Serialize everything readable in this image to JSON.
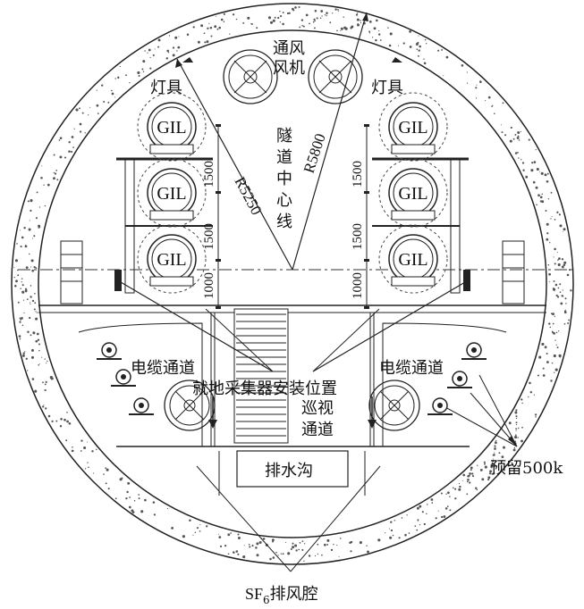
{
  "labels": {
    "fan": [
      "通风",
      "风机"
    ],
    "lamp_left": "灯具",
    "lamp_right": "灯具",
    "radius_inner": "R5250",
    "radius_outer": "R5800",
    "centerline": [
      "隧",
      "道",
      "中",
      "心",
      "线"
    ],
    "cable_left": "电缆通道",
    "cable_right": "电缆通道",
    "collector": "就地采集器安装位置",
    "patrol": [
      "巡视",
      "通道"
    ],
    "reserved": "预留500k",
    "drain": "排水沟",
    "sf6_prefix": "SF",
    "sf6_sub": "6",
    "sf6_suffix": "排风腔"
  },
  "gil_labels": [
    "GIL",
    "GIL",
    "GIL",
    "GIL",
    "GIL",
    "GIL"
  ],
  "dimensions": {
    "left": [
      "1500",
      "1500",
      "1000"
    ],
    "right": [
      "1500",
      "1500",
      "1000"
    ]
  },
  "colors": {
    "line": "#222222",
    "concrete_fill": "#ffffff",
    "speckle": "#555555"
  }
}
